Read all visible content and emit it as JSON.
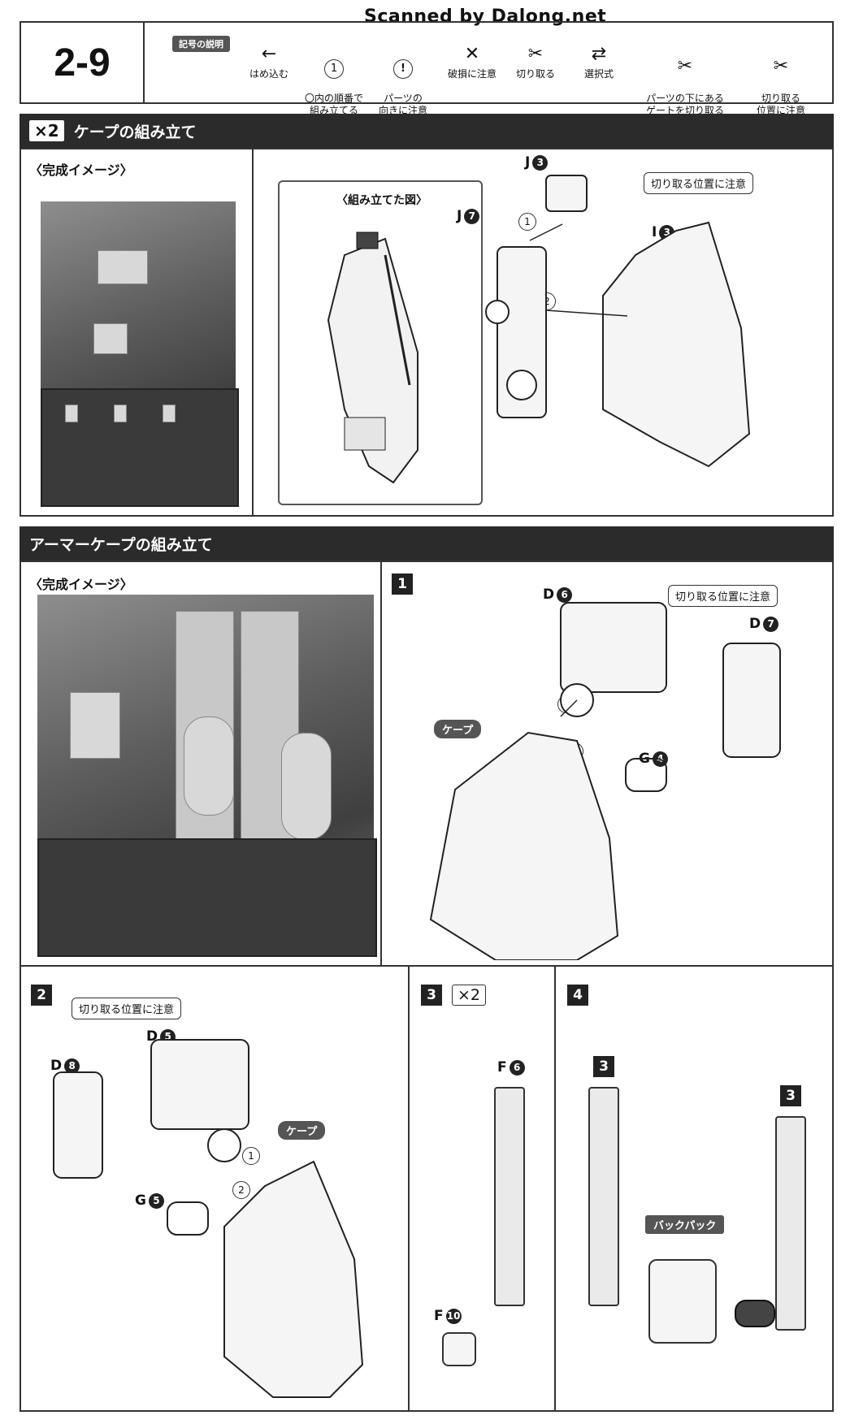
{
  "watermark": "Scanned by Dalong.net",
  "header": {
    "step": "2-9",
    "legend_title": "記号の説明",
    "legend": [
      {
        "icon": "arrow-left-icon",
        "symbol": "←",
        "label": "はめ込む"
      },
      {
        "icon": "circle-number-icon",
        "symbol": "1",
        "label": "〇内の順番で\n組み立てる"
      },
      {
        "icon": "exclamation-icon",
        "symbol": "!",
        "label": "パーツの\n向きに注意"
      },
      {
        "icon": "break-warning-icon",
        "symbol": "✕",
        "label": "破損に注意"
      },
      {
        "icon": "cut-icon",
        "symbol": "✂",
        "label": "切り取る"
      },
      {
        "icon": "choice-arrows-icon",
        "symbol": "⇄",
        "label": "選択式"
      },
      {
        "icon": "gate-cut-icon",
        "symbol": "✂",
        "label": "パーツの下にある\nゲートを切り取る"
      },
      {
        "icon": "cut-position-icon",
        "symbol": "✂",
        "label": "切り取る\n位置に注意"
      }
    ]
  },
  "section1": {
    "count": "×2",
    "title": "ケープの組み立て",
    "complete_label": "〈完成イメージ〉",
    "assembled_label": "〈組み立てた図〉",
    "callout": "切り取る位置に注意",
    "parts": {
      "j3": {
        "letter": "J",
        "num": "3"
      },
      "j7": {
        "letter": "J",
        "num": "7"
      },
      "i3": {
        "letter": "I",
        "num": "3"
      }
    },
    "seq": [
      "1",
      "2"
    ]
  },
  "section2": {
    "title": "アーマーケープの組み立て",
    "complete_label": "〈完成イメージ〉",
    "step1": {
      "num": "1",
      "callout": "切り取る位置に注意",
      "tag": "ケープ",
      "parts": {
        "d6": {
          "letter": "D",
          "num": "6"
        },
        "d7": {
          "letter": "D",
          "num": "7"
        },
        "g4": {
          "letter": "G",
          "num": "4"
        }
      },
      "seq": [
        "1",
        "2"
      ]
    },
    "step2": {
      "num": "2",
      "callout": "切り取る位置に注意",
      "tag": "ケープ",
      "parts": {
        "d5": {
          "letter": "D",
          "num": "5"
        },
        "d8": {
          "letter": "D",
          "num": "8"
        },
        "g5": {
          "letter": "G",
          "num": "5"
        }
      },
      "seq": [
        "1",
        "2"
      ]
    },
    "step3": {
      "num": "3",
      "count": "×2",
      "parts": {
        "f6": {
          "letter": "F",
          "num": "6"
        },
        "f10": {
          "letter": "F",
          "num": "10"
        }
      }
    },
    "step4": {
      "num": "4",
      "ref_left": "3",
      "ref_right": "3",
      "tag": "バックパック"
    }
  }
}
